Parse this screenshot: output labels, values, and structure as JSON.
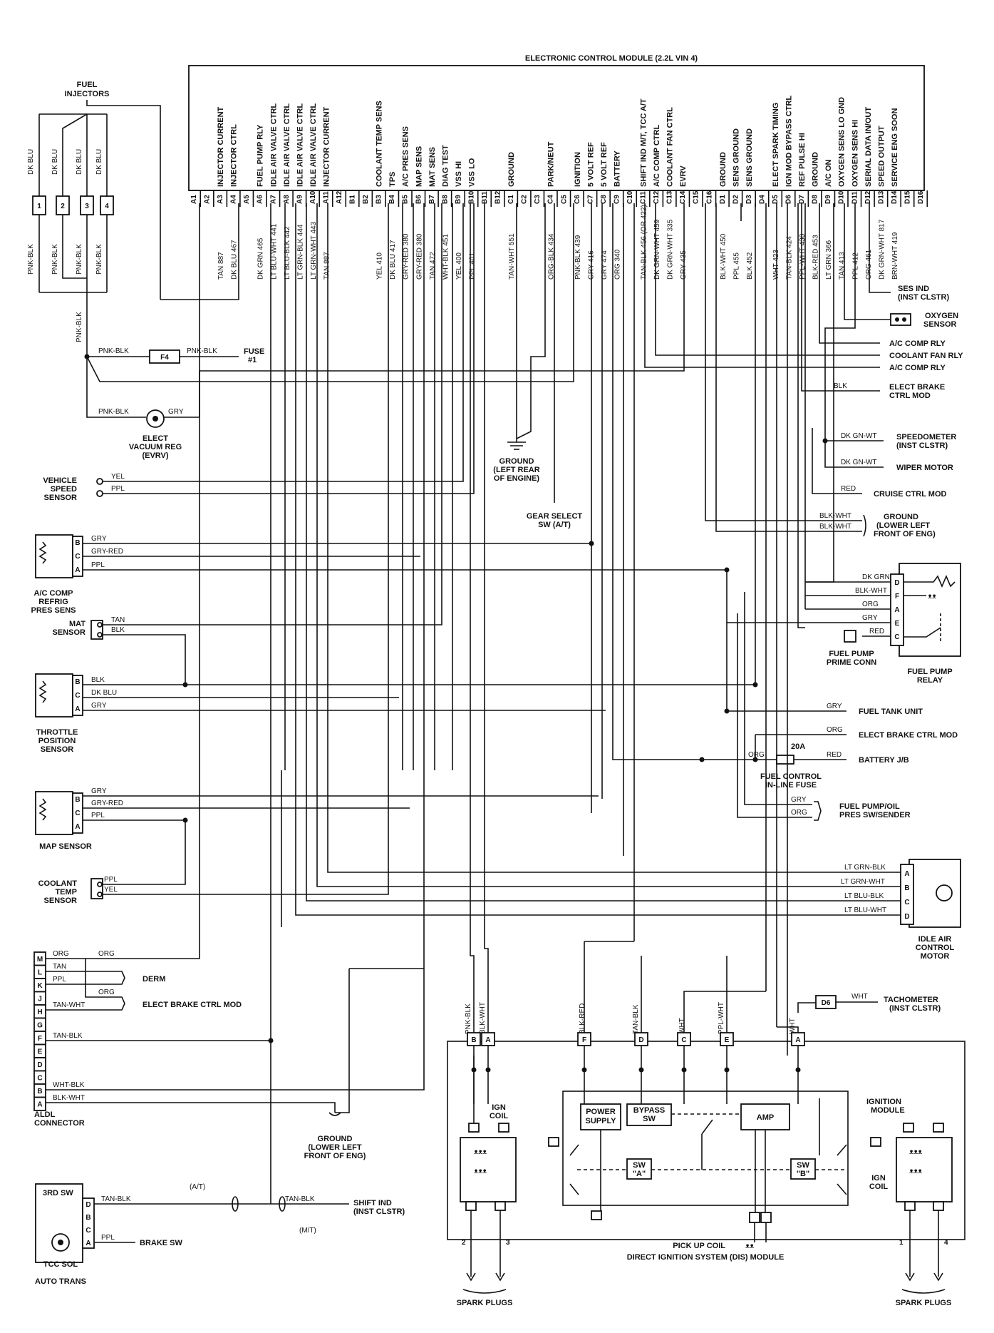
{
  "ecm": {
    "title": "ELECTRONIC CONTROL MODULE (2.2L VIN 4)",
    "pins": [
      {
        "pin": "A1",
        "func": ""
      },
      {
        "pin": "A2",
        "func": ""
      },
      {
        "pin": "A3",
        "func": "INJECTOR CURRENT",
        "wire": "TAN 887"
      },
      {
        "pin": "A4",
        "func": "INJECTOR CTRL",
        "wire": "DK BLU 467"
      },
      {
        "pin": "A5",
        "func": ""
      },
      {
        "pin": "A6",
        "func": "FUEL PUMP RLY",
        "wire": "DK GRN 465"
      },
      {
        "pin": "A7",
        "func": "IDLE AIR VALVE CTRL",
        "wire": "LT BLU-WHT 441"
      },
      {
        "pin": "A8",
        "func": "IDLE AIR VALVE CTRL",
        "wire": "LT BLU-BLK 442"
      },
      {
        "pin": "A9",
        "func": "IDLE AIR VALVE CTRL",
        "wire": "LT GRN-BLK 444"
      },
      {
        "pin": "A10",
        "func": "IDLE AIR VALVE CTRL",
        "wire": "LT GRN-WHT 443"
      },
      {
        "pin": "A11",
        "func": "INJECTOR CURRENT",
        "wire": "TAN 887"
      },
      {
        "pin": "A12",
        "func": ""
      },
      {
        "pin": "B1",
        "func": ""
      },
      {
        "pin": "B2",
        "func": ""
      },
      {
        "pin": "B3",
        "func": "COOLANT TEMP SENS",
        "wire": "YEL 410"
      },
      {
        "pin": "B4",
        "func": "TPS",
        "wire": "DK BLU 417"
      },
      {
        "pin": "B5",
        "func": "A/C PRES SENS",
        "wire": "GRY-RED 380"
      },
      {
        "pin": "B6",
        "func": "MAP SENS",
        "wire": "GRY-RED 380"
      },
      {
        "pin": "B7",
        "func": "MAT SENS",
        "wire": "TAN 472"
      },
      {
        "pin": "B8",
        "func": "DIAG TEST",
        "wire": "WHT-BLK 451"
      },
      {
        "pin": "B9",
        "func": "VSS HI",
        "wire": "YEL 400"
      },
      {
        "pin": "B10",
        "func": "VSS LO",
        "wire": "PPL 401"
      },
      {
        "pin": "B11",
        "func": ""
      },
      {
        "pin": "B12",
        "func": ""
      },
      {
        "pin": "C1",
        "func": "GROUND",
        "wire": "TAN-WHT 551"
      },
      {
        "pin": "C2",
        "func": ""
      },
      {
        "pin": "C3",
        "func": ""
      },
      {
        "pin": "C4",
        "func": "PARK/NEUT",
        "wire": "ORG-BLK 434"
      },
      {
        "pin": "C5",
        "func": ""
      },
      {
        "pin": "C6",
        "func": "IGNITION",
        "wire": "PNK-BLK 439"
      },
      {
        "pin": "C7",
        "func": "5 VOLT REF",
        "wire": "GRY 416"
      },
      {
        "pin": "C8",
        "func": "5 VOLT REF",
        "wire": "GRY 474"
      },
      {
        "pin": "C9",
        "func": "BATTERY",
        "wire": "ORG 340"
      },
      {
        "pin": "C10",
        "func": ""
      },
      {
        "pin": "C11",
        "func": "SHIFT IND M/T, TCC A/T",
        "wire": "TAN-BLK 456 (OR 422)"
      },
      {
        "pin": "C12",
        "func": "A/C COMP CTRL",
        "wire": "DK GRN-WHT 459"
      },
      {
        "pin": "C13",
        "func": "COOLANT FAN CTRL",
        "wire": "DK GRN-WHT 335"
      },
      {
        "pin": "C14",
        "func": "EVRV",
        "wire": "GRY 435"
      },
      {
        "pin": "C15",
        "func": ""
      },
      {
        "pin": "C16",
        "func": ""
      },
      {
        "pin": "D1",
        "func": "GROUND",
        "wire": "BLK-WHT 450"
      },
      {
        "pin": "D2",
        "func": "SENS GROUND",
        "wire": "PPL 455"
      },
      {
        "pin": "D3",
        "func": "SENS GROUND",
        "wire": "BLK 452"
      },
      {
        "pin": "D4",
        "func": ""
      },
      {
        "pin": "D5",
        "func": "ELECT SPARK TIMING",
        "wire": "WHT 423"
      },
      {
        "pin": "D6",
        "func": "IGN MOD BYPASS CTRL",
        "wire": "TAN-BLK 424"
      },
      {
        "pin": "D7",
        "func": "REF PULSE HI",
        "wire": "PPL-WHT 430"
      },
      {
        "pin": "D8",
        "func": "GROUND",
        "wire": "BLK-RED 453"
      },
      {
        "pin": "D9",
        "func": "A/C ON",
        "wire": "LT GRN 366"
      },
      {
        "pin": "D10",
        "func": "OXYGEN SENS LO GND",
        "wire": "TAN 413"
      },
      {
        "pin": "D11",
        "func": "OXYGEN SENS HI",
        "wire": "PPL 412"
      },
      {
        "pin": "D12",
        "func": "SERIAL DATA IN/OUT",
        "wire": "ORG 461"
      },
      {
        "pin": "D13",
        "func": "SPEED OUTPUT",
        "wire": "DK GRN-WHT 817"
      },
      {
        "pin": "D14",
        "func": "SERVICE ENG SOON",
        "wire": "BRN-WHT 419"
      },
      {
        "pin": "D15",
        "func": ""
      },
      {
        "pin": "D16",
        "func": ""
      }
    ]
  },
  "labels": {
    "fuel_injectors": [
      "FUEL",
      "INJECTORS"
    ],
    "injector_nums": [
      "1",
      "2",
      "3",
      "4"
    ],
    "dk_blu": "DK BLU",
    "pnk_blk": "PNK-BLK",
    "f4": "F4",
    "fuse": [
      "FUSE",
      "#1"
    ],
    "evrv": [
      "ELECT",
      "VACUUM REG",
      "(EVRV)"
    ],
    "gry": "GRY",
    "vss": [
      "VEHICLE",
      "SPEED",
      "SENSOR"
    ],
    "yel": "YEL",
    "ppl": "PPL",
    "gry_red": "GRY-RED",
    "ac_sensor": [
      "A/C COMP",
      "REFRIG",
      "PRES SENS"
    ],
    "mat_sensor": [
      "MAT",
      "SENSOR"
    ],
    "tan": "TAN",
    "blk": "BLK",
    "dk_blu_short": "DK BLU",
    "tps": [
      "THROTTLE",
      "POSITION",
      "SENSOR"
    ],
    "map_sensor": "MAP SENSOR",
    "coolant_sensor": [
      "COOLANT",
      "TEMP",
      "SENSOR"
    ],
    "org": "ORG",
    "tan_wht": "TAN-WHT",
    "tan_blk": "TAN-BLK",
    "wht_blk": "WHT-BLK",
    "blk_wht": "BLK-WHT",
    "derm": "DERM",
    "elect_brake": "ELECT BRAKE CTRL MOD",
    "aldl": [
      "ALDL",
      "CONNECTOR"
    ],
    "aldl_pins": [
      "M",
      "L",
      "K",
      "J",
      "H",
      "G",
      "F",
      "E",
      "D",
      "C",
      "B",
      "A"
    ],
    "ground_engine": [
      "GROUND",
      "(LEFT REAR",
      "OF ENGINE)"
    ],
    "gear_select": [
      "GEAR SELECT",
      "SW (A/T)"
    ],
    "ground_lower": [
      "GROUND",
      "(LOWER LEFT",
      "FRONT OF ENG)"
    ],
    "third_sw": "3RD SW",
    "tcc_sol": "TCC SOL",
    "auto_trans": "AUTO TRANS",
    "brake_sw": "BRAKE SW",
    "at": "(A/T)",
    "mt": "(M/T)",
    "shift_ind": [
      "SHIFT IND",
      "(INST CLSTR)"
    ],
    "ses_ind": [
      "SES IND",
      "(INST CLSTR)"
    ],
    "oxygen_sensor": [
      "OXYGEN",
      "SENSOR"
    ],
    "ac_comp_rly": "A/C COMP RLY",
    "coolant_fan_rly": "COOLANT FAN RLY",
    "elect_brake_mod": [
      "ELECT BRAKE",
      "CTRL MOD"
    ],
    "dk_gn_wt": "DK GN-WT",
    "speedometer": [
      "SPEEDOMETER",
      "(INST CLSTR)"
    ],
    "wiper_motor": "WIPER MOTOR",
    "red": "RED",
    "cruise_ctrl": "CRUISE CTRL MOD",
    "dk_grn": "DK GRN",
    "fp_prime": [
      "FUEL PUMP",
      "PRIME CONN"
    ],
    "fp_relay": [
      "FUEL PUMP",
      "RELAY"
    ],
    "fuel_tank": "FUEL TANK UNIT",
    "elect_brake_ctrl": "ELECT BRAKE CTRL MOD",
    "fuse_20a": "20A",
    "fuel_control_fuse": [
      "FUEL CONTROL",
      "IN-LINE FUSE"
    ],
    "battery_jb": "BATTERY J/B",
    "fp_oil": [
      "FUEL PUMP/OIL",
      "PRES SW/SENDER"
    ],
    "lt_grn_blk": "LT GRN-BLK",
    "lt_grn_wht": "LT GRN-WHT",
    "lt_blu_blk": "LT BLU-BLK",
    "lt_blu_wht": "LT BLU-WHT",
    "iac_motor": [
      "IDLE AIR",
      "CONTROL",
      "MOTOR"
    ],
    "d6": "D6",
    "wht": "WHT",
    "tachometer": [
      "TACHOMETER",
      "(INST CLSTR)"
    ],
    "blk_red": "BLK-RED",
    "ppl_wht": "PPL-WHT",
    "ign_coil": [
      "IGN",
      "COIL"
    ],
    "power_supply": [
      "POWER",
      "SUPPLY"
    ],
    "bypass_sw": [
      "BYPASS",
      "SW"
    ],
    "amp": "AMP",
    "sw_a": [
      "SW",
      "\"A\""
    ],
    "sw_b": [
      "SW",
      "\"B\""
    ],
    "ign_module": [
      "IGNITION",
      "MODULE"
    ],
    "pick_up_coil": "PICK UP COIL",
    "dis_module": "DIRECT IGNITION SYSTEM (DIS) MODULE",
    "spark_plugs": "SPARK PLUGS",
    "dis_pins": [
      "B",
      "A",
      "F",
      "D",
      "C",
      "E",
      "A"
    ],
    "spark_nums": [
      "2",
      "3",
      "1",
      "4"
    ],
    "relay_pins": [
      "D",
      "F",
      "A",
      "E",
      "C"
    ],
    "iac_pins": [
      "A",
      "B",
      "C",
      "D"
    ],
    "sensor_pins_bca": [
      "B",
      "C",
      "A"
    ],
    "ab": [
      "A",
      "B"
    ],
    "trans_pins": [
      "D",
      "B",
      "C",
      "A"
    ]
  }
}
